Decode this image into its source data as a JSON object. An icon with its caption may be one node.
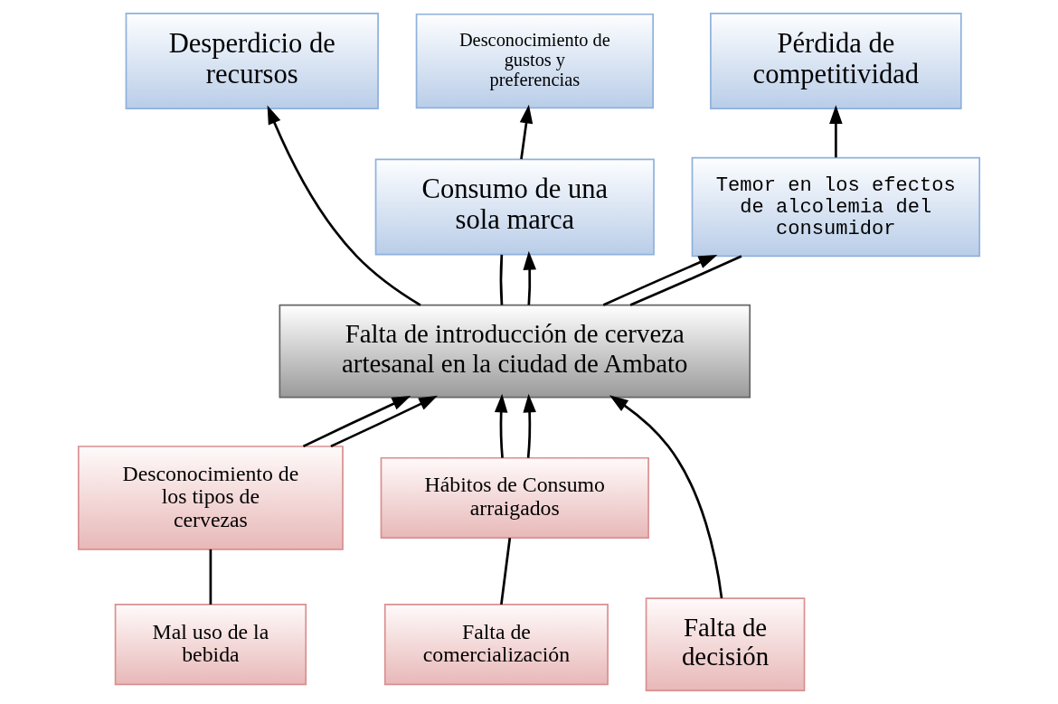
{
  "diagram": {
    "nodes": [
      {
        "text": [
          "Desconocimiento de gustos y preferencias"
        ]
      },
      {
        "text": [
          "Desperdicio de recursos"
        ]
      },
      {
        "text": [
          "Pérdida de competitividad"
        ]
      },
      {
        "text": [
          "Consumo de una sola marca"
        ]
      },
      {
        "text": [
          "Temor en los efectos de alcolemia del consumidor"
        ]
      },
      {
        "text": [
          "Falta de introducción de cerveza artesanal en la ciudad de Ambato"
        ]
      },
      {
        "text": [
          "Desconocimiento de los tipos de cervezas"
        ]
      },
      {
        "text": [
          "Hábitos de Consumo arraigados"
        ]
      },
      {
        "text": [
          "Mal uso de la bebida"
        ]
      },
      {
        "text": [
          "Falta de decisión"
        ]
      },
      {
        "text": [
          "Falta de comercialización"
        ]
      }
    ],
    "edges": [
      {
        "from": 3,
        "to": 0,
        "arrow": "to"
      },
      {
        "from": 5,
        "to": 3,
        "arrow": "none"
      },
      {
        "from": 5,
        "to": 3,
        "arrow": "to"
      },
      {
        "from": 5,
        "to": 1,
        "arrow": "to"
      },
      {
        "from": 5,
        "to": 4,
        "arrow": "to"
      },
      {
        "from": 5,
        "to": 4,
        "arrow": "none"
      },
      {
        "from": 4,
        "to": 2,
        "arrow": "to"
      },
      {
        "from": 6,
        "to": 5,
        "arrow": "to"
      },
      {
        "from": 6,
        "to": 5,
        "arrow": "to"
      },
      {
        "from": 9,
        "to": 5,
        "arrow": "to"
      },
      {
        "from": 7,
        "to": 5,
        "arrow": "to"
      },
      {
        "from": 7,
        "to": 5,
        "arrow": "to"
      },
      {
        "from": 8,
        "to": 6,
        "arrow": "none"
      },
      {
        "from": 10,
        "to": 7,
        "arrow": "none"
      }
    ]
  }
}
